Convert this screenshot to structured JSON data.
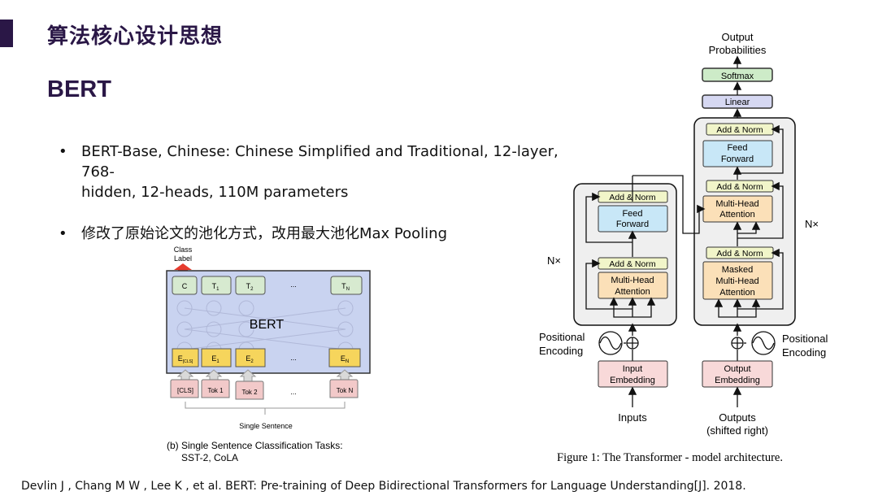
{
  "header": {
    "title": "算法核心设计思想"
  },
  "section": {
    "title": "BERT"
  },
  "bullets": [
    {
      "text": "BERT-Base, Chinese: Chinese Simplified and Traditional, 12-layer, 768-"
    },
    {
      "text": "hidden, 12-heads, 110M parameters"
    },
    {
      "text": "修改了原始论文的池化方式，改用最大池化Max Pooling"
    }
  ],
  "bert_figure": {
    "class_label": [
      "Class",
      "Label"
    ],
    "top_tokens": [
      "C",
      "T",
      "T",
      "T"
    ],
    "top_subs": [
      "",
      "1",
      "2",
      "N"
    ],
    "center_label": "BERT",
    "embeddings": [
      "E",
      "E",
      "E",
      "E"
    ],
    "embedding_subs": [
      "[CLS]",
      "1",
      "2",
      "N"
    ],
    "inputs": [
      "[CLS]",
      "Tok 1",
      "Tok 2",
      "Tok N"
    ],
    "ellipsis": "...",
    "single_sentence": "Single Sentence",
    "caption_line1": "(b) Single Sentence Classification Tasks:",
    "caption_line2": "SST-2, CoLA"
  },
  "transformer_figure": {
    "output_prob": [
      "Output",
      "Probabilities"
    ],
    "softmax": "Softmax",
    "linear": "Linear",
    "add_norm": "Add & Norm",
    "feed_forward": [
      "Feed",
      "Forward"
    ],
    "mha": [
      "Multi-Head",
      "Attention"
    ],
    "masked_mha": [
      "Masked",
      "Multi-Head",
      "Attention"
    ],
    "nx": "N×",
    "positional": [
      "Positional",
      "Encoding"
    ],
    "input_embedding": [
      "Input",
      "Embedding"
    ],
    "output_embedding": [
      "Output",
      "Embedding"
    ],
    "inputs": "Inputs",
    "outputs": [
      "Outputs",
      "(shifted right)"
    ],
    "caption": "Figure 1: The Transformer - model architecture."
  },
  "footer": {
    "citation": "Devlin J , Chang M W , Lee K , et al. BERT: Pre-training of Deep Bidirectional Transformers for Language Understanding[J]. 2018."
  },
  "colors": {
    "title": "#2a1746",
    "bert_bg": "#c9d3f0",
    "token_green": "#d7ead0",
    "emb_yellow": "#f6d55c",
    "input_pink": "#f2c9c9",
    "add_norm": "#f1f5c9",
    "feed_forward": "#c8e7f7",
    "attention": "#fbe0b8",
    "embedding": "#f8d9d9",
    "softmax": "#cdebc8",
    "linear": "#d6d8f2"
  }
}
